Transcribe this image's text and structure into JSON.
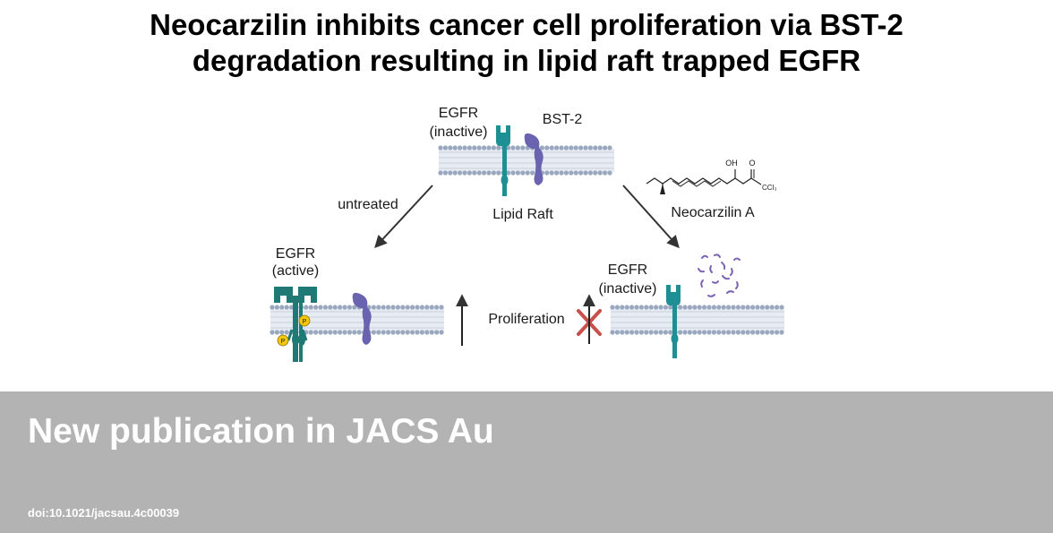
{
  "title": {
    "line1": "Neocarzilin inhibits cancer cell proliferation via BST-2",
    "line2": "degradation resulting in lipid raft trapped EGFR"
  },
  "diagram": {
    "top": {
      "egfr_label_1": "EGFR",
      "egfr_label_2": "(inactive)",
      "bst2_label": "BST-2",
      "lipid_raft_label": "Lipid Raft"
    },
    "left": {
      "arrow_label": "untreated",
      "egfr_label_1": "EGFR",
      "egfr_label_2": "(active)",
      "phospho_label": "P"
    },
    "middle": {
      "proliferation_label": "Proliferation"
    },
    "right": {
      "compound_label": "Neocarzilin A",
      "egfr_label_1": "EGFR",
      "egfr_label_2": "(inactive)",
      "structure_oh": "OH",
      "structure_o": "O",
      "structure_ccl3": "CCl₃"
    }
  },
  "footer": {
    "headline": "New publication in JACS Au",
    "doi": "doi:10.1021/jacsau.4c00039"
  },
  "colors": {
    "egfr": "#1d8f95",
    "egfr_active": "#1f7a76",
    "bst2": "#6a63b0",
    "membrane_head": "#9aa8bf",
    "phosphate": "#f2c511",
    "cross": "#c8504b",
    "footer_bg": "#b3b3b3",
    "fragments": "#7b62b5"
  }
}
